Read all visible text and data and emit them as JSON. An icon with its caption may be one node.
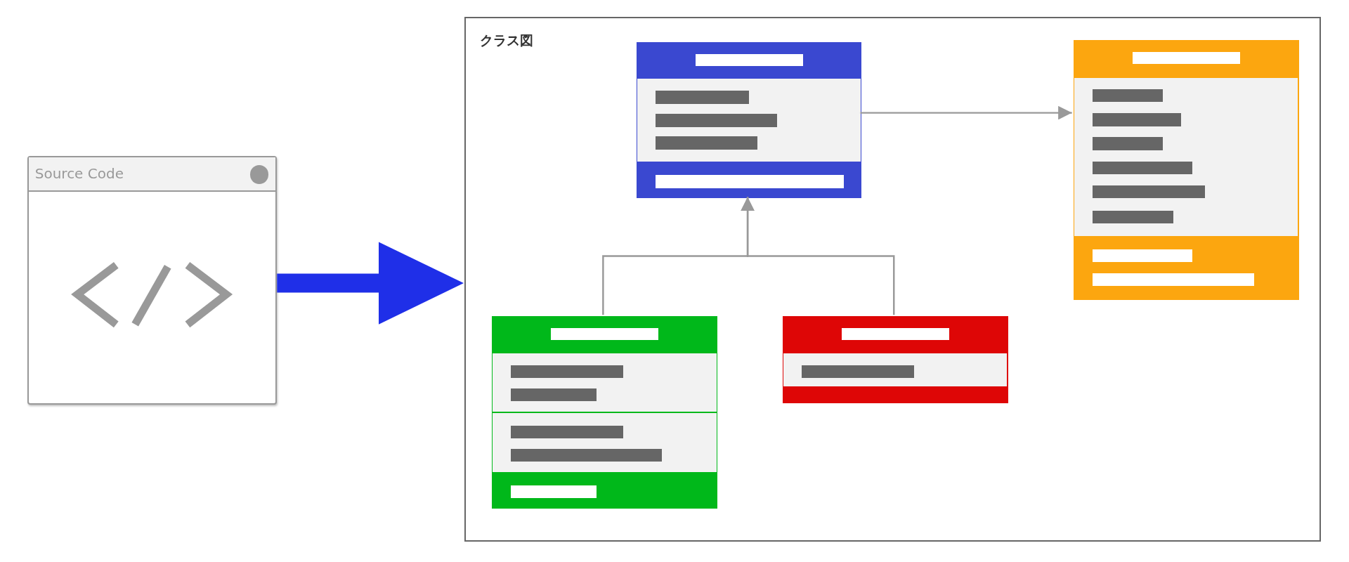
{
  "diagram": {
    "nodes": [
      {
        "text": [
          "Source Code"
        ]
      },
      {
        "text": [
          "クラス図"
        ]
      },
      {
        "text": [],
        "shape": "box",
        "in": 1
      },
      {
        "text": [],
        "shape": "box",
        "in": 1
      },
      {
        "text": [],
        "shape": "box",
        "in": 1
      },
      {
        "text": [],
        "shape": "box",
        "in": 1
      }
    ],
    "edges": [
      {
        "from": 0,
        "to": 1,
        "arrow": "to",
        "style": "thick",
        "color": "#1f2fe8"
      },
      {
        "from": 2,
        "to": 3,
        "arrow": "to"
      },
      {
        "from": 4,
        "to": 2,
        "arrow": "to"
      },
      {
        "from": 5,
        "to": 2,
        "arrow": "to"
      }
    ]
  }
}
